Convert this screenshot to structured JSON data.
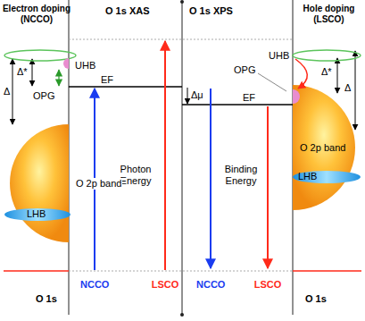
{
  "diagram": {
    "nodes": [
      {
        "text": [
          "UHB"
        ]
      },
      {
        "text": [
          "O 2p band"
        ]
      },
      {
        "text": [
          "LHB"
        ]
      },
      {
        "text": [
          "UHB"
        ]
      },
      {
        "text": [
          "O 2p band"
        ]
      },
      {
        "text": [
          "LHB"
        ]
      }
    ],
    "labels": [
      "Electron doping (NCCO)",
      "O 1s XAS",
      "O 1s XPS",
      "Hole doping (LSCO)",
      "Δ*",
      "Δ",
      "OPG",
      "EF",
      "Photon Energy",
      "NCCO",
      "LSCO",
      "O 1s",
      "Δμ",
      "EF",
      "OPG",
      "Binding Energy",
      "NCCO",
      "LSCO",
      "Δ*",
      "Δ",
      "O 1s"
    ]
  }
}
